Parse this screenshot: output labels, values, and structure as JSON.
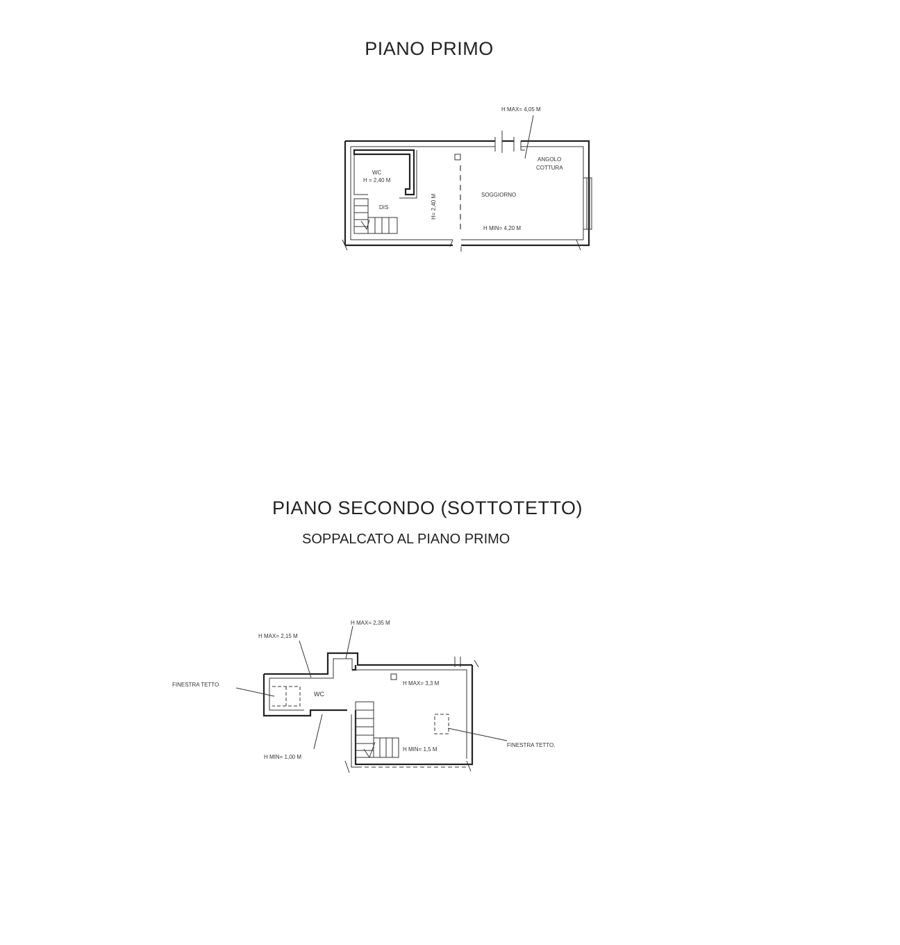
{
  "floor1": {
    "title": "PIANO PRIMO",
    "labels": {
      "h_max": "H MAX= 4,05 M",
      "angolo": "ANGOLO",
      "cottura": "COTTURA",
      "wc": "WC",
      "wc_height": "H = 2,40 M",
      "dis": "DIS",
      "vertical_height": "H= 2,40 M",
      "soggiorno": "SOGGIORNO",
      "h_min": "H MIN= 4,20 M"
    }
  },
  "floor2": {
    "title": "PIANO SECONDO (SOTTOTETTO)",
    "subtitle": "SOPPALCATO AL PIANO PRIMO",
    "labels": {
      "h_max_a": "H MAX= 2,35 M",
      "h_max_b": "H MAX= 2,15 M",
      "finestra_left": "FINESTRA TETTO",
      "wc": "WC",
      "h_max_c": "H MAX= 3,3 M",
      "h_min_a": "H MIN= 1,00 M",
      "h_min_b": "H MIN= 1,5 M",
      "finestra_right": "FINESTRA TETTO."
    }
  }
}
